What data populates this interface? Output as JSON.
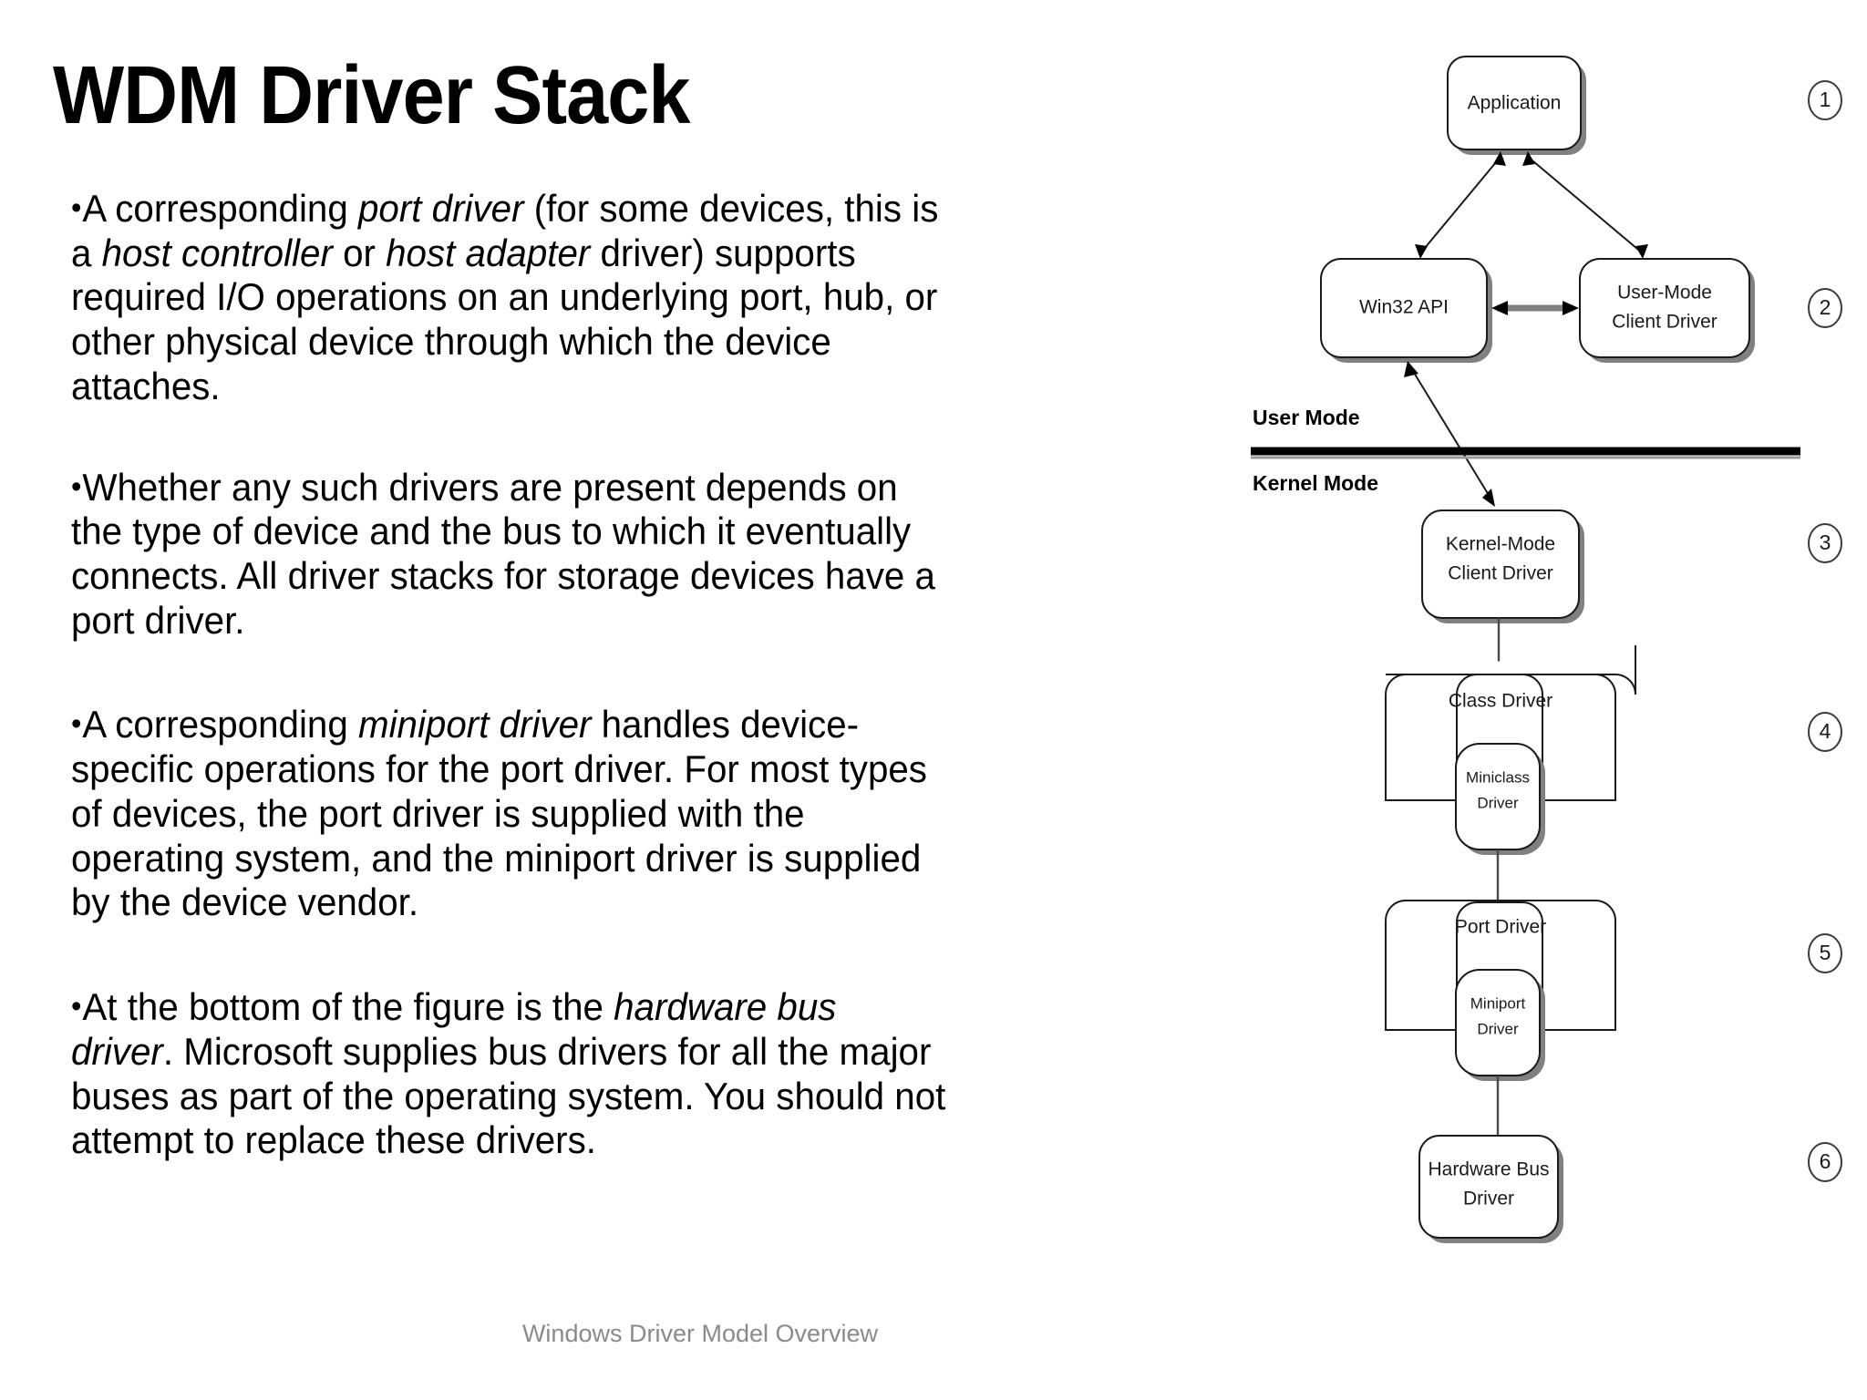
{
  "slide": {
    "title": "WDM Driver Stack",
    "footer": "Windows Driver Model Overview",
    "bullet_marker": "•"
  },
  "bullets": [
    {
      "id": "bullet-port-driver",
      "segments": [
        {
          "text": "A corresponding ",
          "italic": false
        },
        {
          "text": "port driver",
          "italic": true
        },
        {
          "text": " (for some devices, this is a ",
          "italic": false
        },
        {
          "text": "host controller",
          "italic": true
        },
        {
          "text": " or ",
          "italic": false
        },
        {
          "text": "host adapter",
          "italic": true
        },
        {
          "text": " driver) supports required I/O operations on an underlying port, hub, or other physical device through which the device attaches.",
          "italic": false
        }
      ]
    },
    {
      "id": "bullet-driver-presence",
      "segments": [
        {
          "text": "Whether any such drivers are present depends on the type of device and the bus to which it eventually connects. All driver stacks for storage devices have a port driver.",
          "italic": false
        }
      ]
    },
    {
      "id": "bullet-miniport-driver",
      "segments": [
        {
          "text": "A corresponding ",
          "italic": false
        },
        {
          "text": "miniport driver",
          "italic": true
        },
        {
          "text": " handles device-specific operations for the port driver. For most types of devices, the port driver is supplied with the operating system, and the miniport driver is supplied by the device vendor.",
          "italic": false
        }
      ]
    },
    {
      "id": "bullet-hardware-bus-driver",
      "segments": [
        {
          "text": "At the bottom of the figure is the ",
          "italic": false
        },
        {
          "text": "hardware bus driver",
          "italic": true
        },
        {
          "text": ". Microsoft supplies bus drivers for all the major buses as part of the operating system. You should not attempt to replace these drivers.",
          "italic": false
        }
      ]
    }
  ],
  "diagram": {
    "mode_labels": {
      "user": "User Mode",
      "kernel": "Kernel Mode"
    },
    "boxes": {
      "application": "Application",
      "win32_api": "Win32 API",
      "user_mode_client_driver_l1": "User-Mode",
      "user_mode_client_driver_l2": "Client Driver",
      "kernel_mode_client_driver_l1": "Kernel-Mode",
      "kernel_mode_client_driver_l2": "Client Driver",
      "class_driver": "Class Driver",
      "miniclass_driver_l1": "Miniclass",
      "miniclass_driver_l2": "Driver",
      "port_driver": "Port Driver",
      "miniport_driver_l1": "Miniport",
      "miniport_driver_l2": "Driver",
      "hardware_bus_driver_l1": "Hardware Bus",
      "hardware_bus_driver_l2": "Driver"
    },
    "callouts": [
      "1",
      "2",
      "3",
      "4",
      "5",
      "6"
    ]
  },
  "colors": {
    "background": "#ffffff",
    "text": "#000000",
    "footer_text": "#8a8a8a",
    "box_stroke": "#1a1a1a",
    "box_shadow": "#808080",
    "connector": "#4a4a4a"
  }
}
